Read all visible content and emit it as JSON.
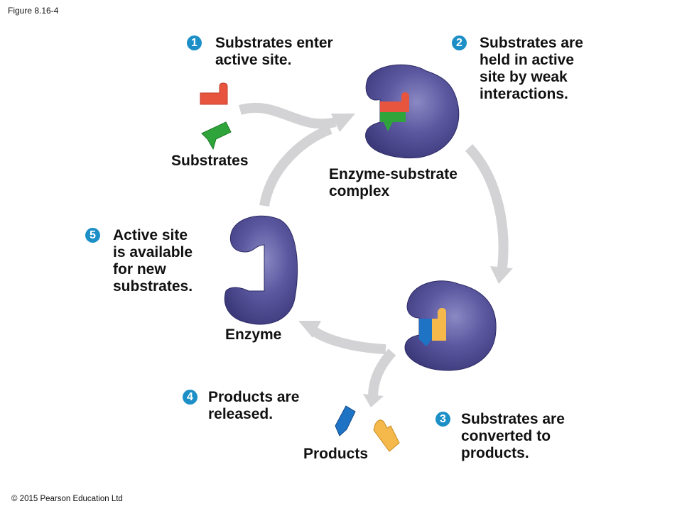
{
  "figure_label": "Figure 8.16-4",
  "copyright": "© 2015 Pearson Education Ltd",
  "colors": {
    "badge": "#1c8fc7",
    "enzyme": "#4d4a8c",
    "arrow": "#d3d3d5",
    "substrate_red": "#e8553e",
    "substrate_green": "#2fa43a",
    "product_blue": "#1f73c4",
    "product_yellow": "#f4b94a"
  },
  "steps": [
    {
      "number": "1",
      "text": "Substrates enter\nactive site."
    },
    {
      "number": "2",
      "text": "Substrates are\nheld in active\nsite by weak\ninteractions."
    },
    {
      "number": "3",
      "text": "Substrates are\nconverted to\nproducts."
    },
    {
      "number": "4",
      "text": "Products are\nreleased."
    },
    {
      "number": "5",
      "text": "Active site\nis available\nfor new\nsubstrates."
    }
  ],
  "labels": {
    "substrates": "Substrates",
    "enzyme_substrate_complex": "Enzyme-substrate\ncomplex",
    "enzyme": "Enzyme",
    "products": "Products"
  }
}
